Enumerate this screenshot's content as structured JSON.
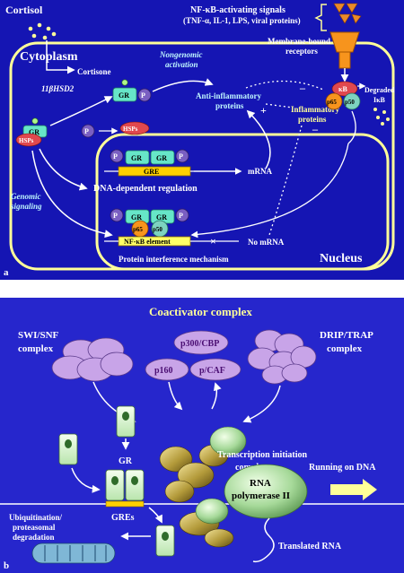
{
  "colors": {
    "panel_a_bg": "#1515b3",
    "panel_b_bg": "#2626cc",
    "membrane": "#ffff99",
    "cyan_text": "#aef6ff",
    "gr": "#66e6c8",
    "hsp": "#e0484e",
    "phosphate": "#7a5fc2",
    "gre": "#ffd000",
    "p65": "#f7941d",
    "p50": "#7dd3c0",
    "coactivator_purple": "#c8a4e8"
  },
  "panel_a": {
    "letter": "a",
    "cortisol": "Cortisol",
    "cytoplasm": "Cytoplasm",
    "cortisone": "Cortisone",
    "enzyme": "11βHSD2",
    "nongenomic_line1": "Nongenomic",
    "nongenomic_line2": "activation",
    "signals_line1": "NF-κB-activating signals",
    "signals_line2": "(TNF-α, IL-1, LPS, viral proteins)",
    "receptors_line1": "Membrane-bound",
    "receptors_line2": "receptors",
    "gr": "GR",
    "hsps": "HSPs",
    "p": "P",
    "anti_line1": "Anti-inflammatory",
    "anti_line2": "proteins",
    "plus": "+",
    "minus": "–",
    "infl_line1": "Inflammatory",
    "infl_line2": "proteins",
    "ikb": "κB",
    "p65": "p65",
    "p50": "p50",
    "degraded_line1": "Degraded",
    "degraded_line2": "IκB",
    "gre": "GRE",
    "mrna": "mRNA",
    "dna_regulation": "DNA-dependent regulation",
    "genomic_line1": "Genomic",
    "genomic_line2": "signaling",
    "nfkb_element": "NF-κB element",
    "x_mark": "×",
    "no_mrna": "No mRNA",
    "protein_interference": "Protein interference mechanism",
    "nucleus": "Nucleus"
  },
  "panel_b": {
    "letter": "b",
    "coactivator": "Coactivator complex",
    "swi_line1": "SWI/SNF",
    "swi_line2": "complex",
    "drip_line1": "DRIP/TRAP",
    "drip_line2": "complex",
    "p300": "p300/CBP",
    "p160": "p160",
    "pcaf": "p/CAF",
    "tic_line1": "Transcription initiation",
    "tic_line2": "complex",
    "running": "Running on DNA",
    "rna_pol_line1": "RNA",
    "rna_pol_line2": "polymerase II",
    "gr": "GR",
    "gres": "GREs",
    "ubiq_line1": "Ubiquitination/",
    "ubiq_line2": "proteasomal",
    "ubiq_line3": "degradation",
    "translated": "Translated RNA"
  }
}
